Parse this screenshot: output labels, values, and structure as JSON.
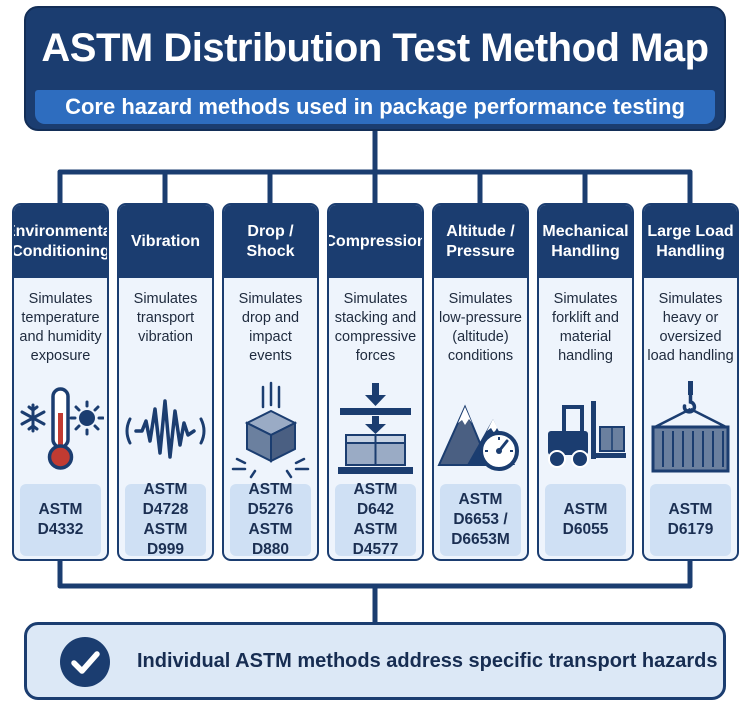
{
  "header": {
    "title": "ASTM Distribution Test Method Map",
    "subtitle": "Core hazard methods used in package performance testing"
  },
  "methods": [
    {
      "title": "Environmental Conditioning",
      "description": "Simulates temperature and humidity exposure",
      "standards": "ASTM D4332",
      "icon": "thermometer-snowflake-sun-icon"
    },
    {
      "title": "Vibration",
      "description": "Simulates transport vibration",
      "standards": "ASTM D4728\nASTM D999",
      "icon": "vibration-wave-icon"
    },
    {
      "title": "Drop / Shock",
      "description": "Simulates drop and impact events",
      "standards": "ASTM D5276\nASTM D880",
      "icon": "falling-box-icon"
    },
    {
      "title": "Compression",
      "description": "Simulates stacking and compressive forces",
      "standards": "ASTM D642\nASTM D4577",
      "icon": "box-press-icon"
    },
    {
      "title": "Altitude / Pressure",
      "description": "Simulates low-pressure (altitude) conditions",
      "standards": "ASTM D6653 / D6653M",
      "icon": "mountain-gauge-icon"
    },
    {
      "title": "Mechanical Handling",
      "description": "Simulates forklift and material handling",
      "standards": "ASTM D6055",
      "icon": "forklift-icon"
    },
    {
      "title": "Large Load Handling",
      "description": "Simulates heavy or oversized load handling",
      "standards": "ASTM D6179",
      "icon": "crane-container-icon"
    }
  ],
  "footer": {
    "text": "Individual ASTM methods address specific transport hazards",
    "icon": "checkmark-icon"
  },
  "colors": {
    "navy": "#1b3d70",
    "accent_blue": "#2e6dbf",
    "card_bg": "#eef4fc",
    "standard_bg": "#cfe0f4",
    "footer_bg": "#dce8f6"
  }
}
